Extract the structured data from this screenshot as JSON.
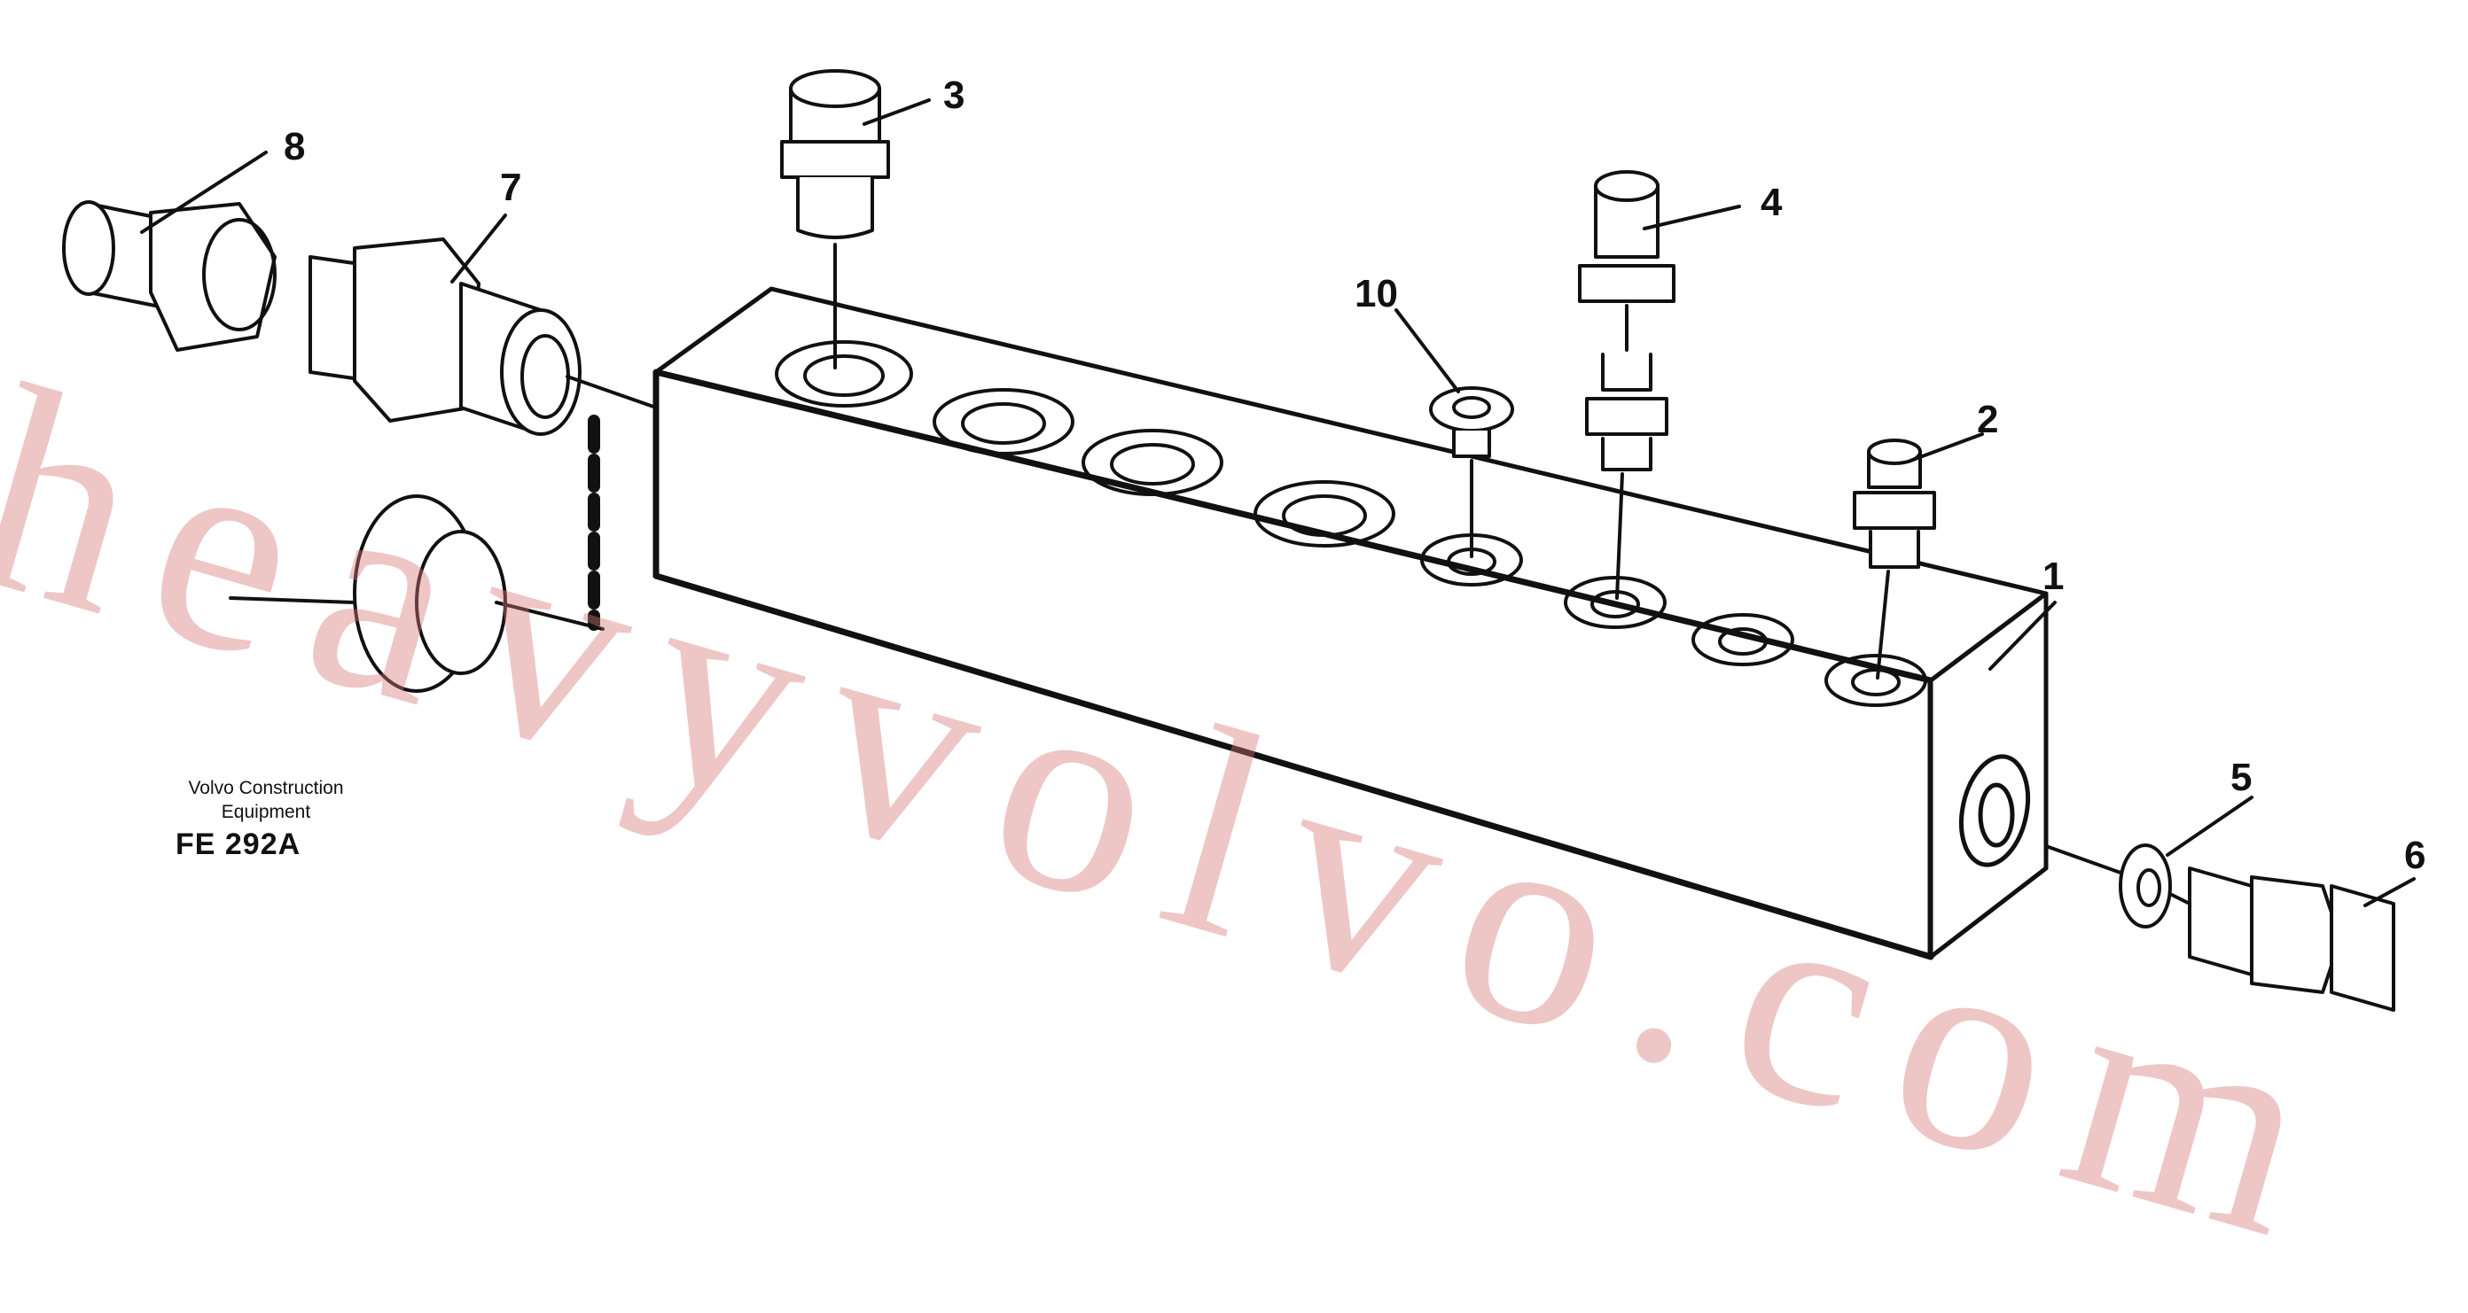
{
  "callouts": [
    {
      "label": "1"
    },
    {
      "label": "2"
    },
    {
      "label": "3"
    },
    {
      "label": "4"
    },
    {
      "label": "5"
    },
    {
      "label": "6"
    },
    {
      "label": "7"
    },
    {
      "label": "8"
    },
    {
      "label": "10"
    }
  ],
  "caption": {
    "maker_line1": "Volvo Construction",
    "maker_line2": "Equipment",
    "figure_ref": "FE 292A"
  },
  "watermark": "heavyvolvo.com",
  "colors": {
    "ink": "#111111",
    "watermark": "#d67878"
  }
}
